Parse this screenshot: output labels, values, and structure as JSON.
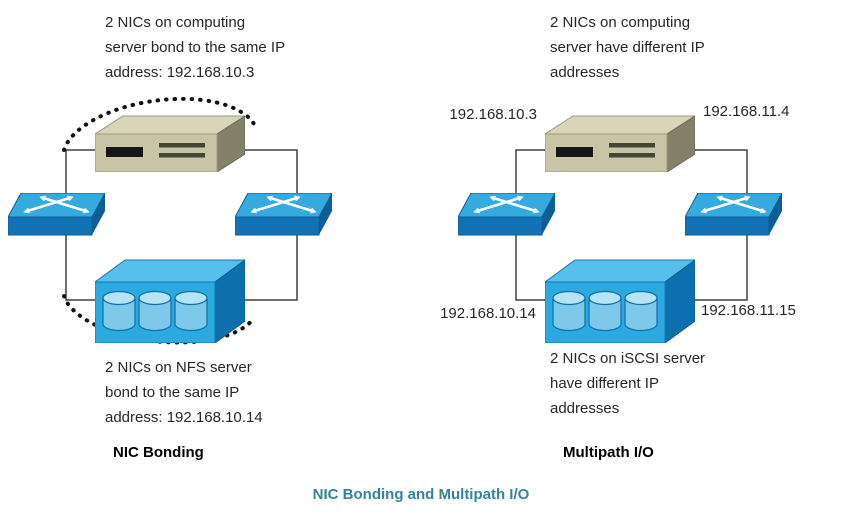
{
  "caption": "NIC Bonding and Multipath I/O",
  "panels": {
    "left": {
      "title": "NIC Bonding",
      "top_note": [
        "2 NICs on computing",
        "server bond to the same IP",
        "address: 192.168.10.3"
      ],
      "bottom_note": [
        "2 NICs on NFS server",
        "bond to the same IP",
        "address: 192.168.10.14"
      ]
    },
    "right": {
      "title": "Multipath I/O",
      "top_note": [
        "2 NICs on computing",
        "server have different IP",
        "addresses"
      ],
      "bottom_note": [
        "2 NICs on iSCSI server",
        "have different IP",
        "addresses"
      ],
      "ip_labels": {
        "server_left": "192.168.10.3",
        "server_right": "192.168.11.4",
        "storage_left": "192.168.10.14",
        "storage_right": "192.168.11.15"
      }
    }
  },
  "icons": {
    "computing_server": "computing-server-icon",
    "network_switch": "network-switch-icon",
    "storage_server": "storage-server-icon"
  },
  "colors": {
    "caption_text": "#31849B",
    "note_text": "#262626",
    "connector_line": "#404040",
    "bond_arc_dots": "#111111",
    "server_front": "#C8C5A6",
    "server_top": "#D8D5B8",
    "server_side": "#83816A",
    "switch_top": "#35AADF",
    "switch_front": "#1173B4",
    "switch_side": "#0D5E94",
    "storage_front": "#2BA9E0",
    "storage_top": "#55C0EC",
    "storage_side": "#0E6FAE"
  }
}
